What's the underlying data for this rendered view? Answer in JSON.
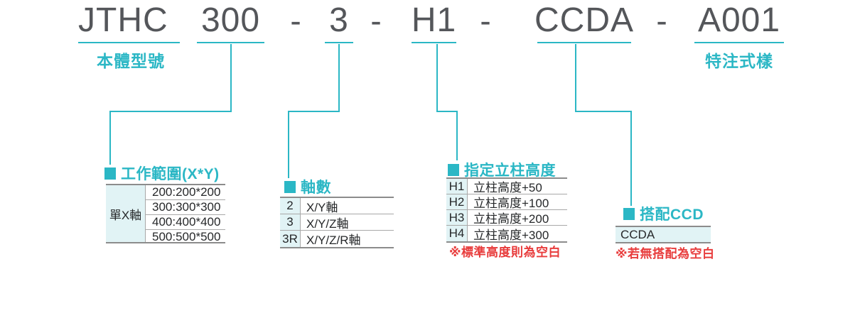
{
  "model_code": {
    "separator": "-",
    "segments": [
      {
        "text": "JTHC",
        "label": "本體型號"
      },
      {
        "text": "300"
      },
      {
        "text": "3"
      },
      {
        "text": "H1"
      },
      {
        "text": "CCDA"
      },
      {
        "text": "A001",
        "label": "特注式樣"
      }
    ]
  },
  "sections": {
    "work_range": {
      "title": "工作範圍(X*Y)",
      "row_header": "單X軸",
      "rows": [
        "200:200*200",
        "300:300*300",
        "400:400*400",
        "500:500*500"
      ]
    },
    "axes": {
      "title": "軸數",
      "rows": [
        {
          "code": "2",
          "desc": "X/Y軸"
        },
        {
          "code": "3",
          "desc": "X/Y/Z軸"
        },
        {
          "code": "3R",
          "desc": "X/Y/Z/R軸"
        }
      ]
    },
    "column_height": {
      "title": "指定立柱高度",
      "rows": [
        {
          "code": "H1",
          "desc": "立柱高度+50"
        },
        {
          "code": "H2",
          "desc": "立柱高度+100"
        },
        {
          "code": "H3",
          "desc": "立柱高度+200"
        },
        {
          "code": "H4",
          "desc": "立柱高度+300"
        }
      ],
      "note": "※標準高度則為空白"
    },
    "ccd": {
      "title": "搭配CCD",
      "rows": [
        "CCDA"
      ],
      "note": "※若無搭配為空白"
    }
  },
  "colors": {
    "accent": "#2bb7c5",
    "cell_background": "#e1f3f5",
    "code_text": "#54565a",
    "note_red": "#e83c3c"
  }
}
